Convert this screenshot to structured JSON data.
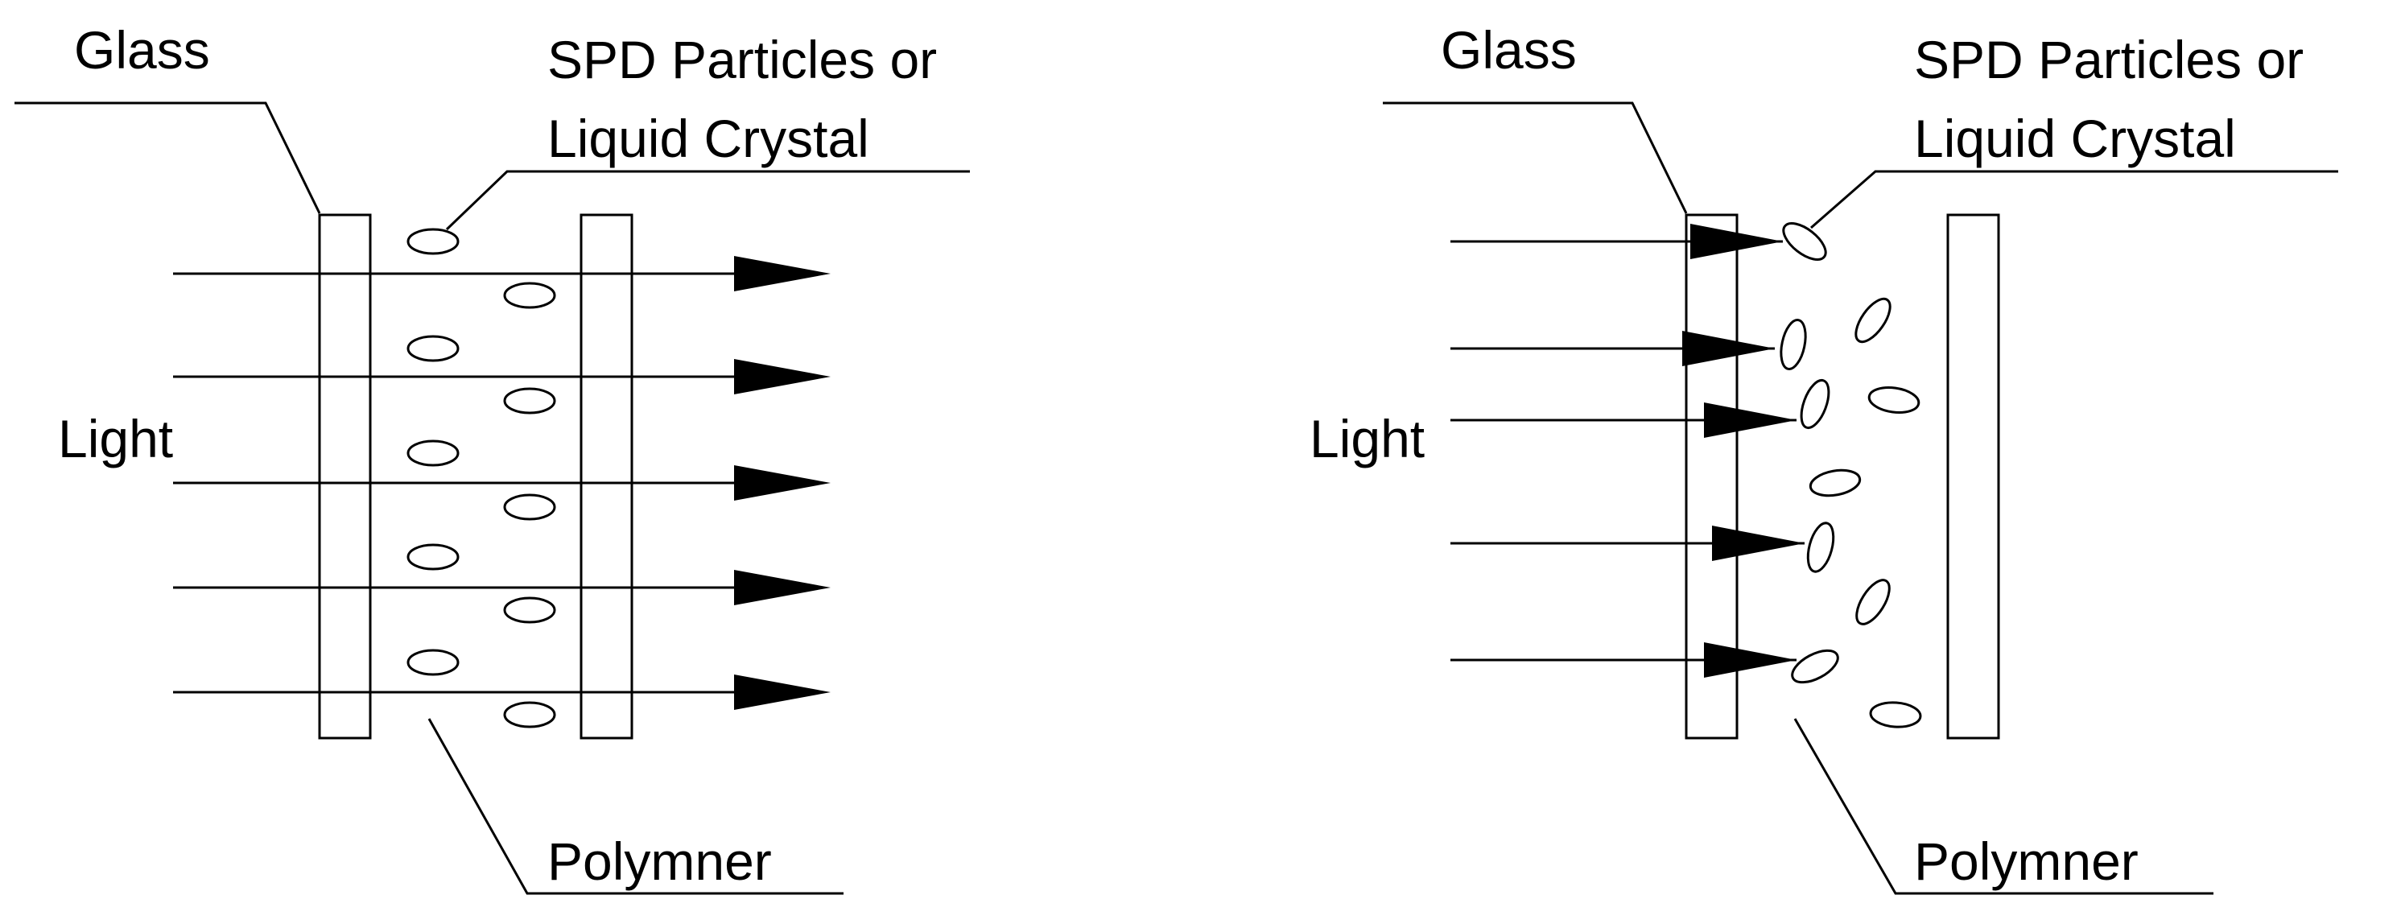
{
  "panels": [
    {
      "state": "transparent",
      "labels": {
        "glass": "Glass",
        "particles_line1": "SPD Particles or",
        "particles_line2": "Liquid Crystal",
        "light": "Light",
        "polymer": "Polymner"
      }
    },
    {
      "state": "opaque",
      "labels": {
        "glass": "Glass",
        "particles_line1": "SPD Particles or",
        "particles_line2": "Liquid Crystal",
        "light": "Light",
        "polymer": "Polymner"
      }
    }
  ]
}
